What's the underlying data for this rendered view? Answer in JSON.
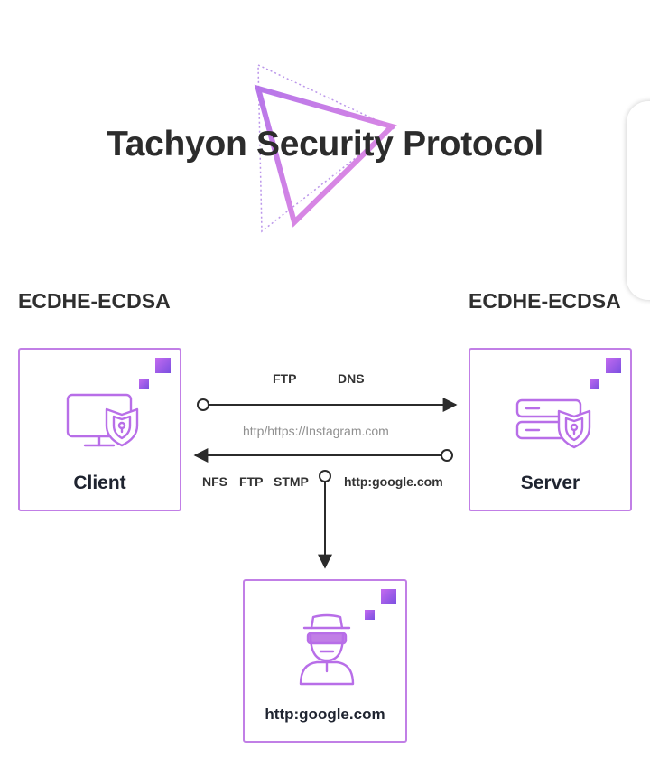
{
  "title": "Tachyon Security Protocol",
  "client": {
    "cipher": "ECDHE-ECDSA",
    "label": "Client",
    "icon": "monitor-shield-icon"
  },
  "server": {
    "cipher": "ECDHE-ECDSA",
    "label": "Server",
    "icon": "server-shield-icon"
  },
  "interceptor": {
    "label": "http:google.com",
    "icon": "hacker-icon"
  },
  "top_flow": {
    "protocols": [
      "FTP",
      "DNS"
    ],
    "direction": "client-to-server"
  },
  "middle_url": "http/https://Instagram.com",
  "bottom_flow": {
    "protocols": [
      "NFS",
      "FTP",
      "STMP"
    ],
    "url": "http:google.com",
    "direction": "server-to-client"
  },
  "colors": {
    "accent": "#c17fe6",
    "accent_dark": "#7a4fe0",
    "arrow": "#2b2b2b"
  }
}
